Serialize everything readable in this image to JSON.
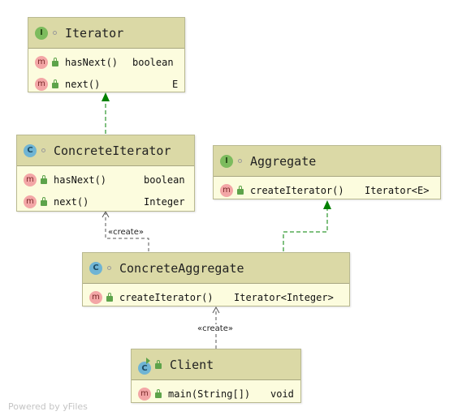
{
  "diagram": {
    "classes": {
      "iterator": {
        "kind": "I",
        "name": "Iterator",
        "members": [
          {
            "kind": "m",
            "name": "hasNext()",
            "type": "boolean"
          },
          {
            "kind": "m",
            "name": "next()",
            "type": "E"
          }
        ]
      },
      "concrete_iterator": {
        "kind": "C",
        "name": "ConcreteIterator",
        "members": [
          {
            "kind": "m",
            "name": "hasNext()",
            "type": "boolean"
          },
          {
            "kind": "m",
            "name": "next()",
            "type": "Integer"
          }
        ]
      },
      "aggregate": {
        "kind": "I",
        "name": "Aggregate",
        "members": [
          {
            "kind": "m",
            "name": "createIterator()",
            "type": "Iterator<E>"
          }
        ]
      },
      "concrete_aggregate": {
        "kind": "C",
        "name": "ConcreteAggregate",
        "members": [
          {
            "kind": "m",
            "name": "createIterator()",
            "type": "Iterator<Integer>"
          }
        ]
      },
      "client": {
        "kind": "C",
        "name": "Client",
        "members": [
          {
            "kind": "m",
            "name": "main(String[])",
            "type": "void"
          }
        ]
      }
    },
    "edges": [
      {
        "from": "ConcreteIterator",
        "to": "Iterator",
        "kind": "realization"
      },
      {
        "from": "ConcreteAggregate",
        "to": "Aggregate",
        "kind": "realization"
      },
      {
        "from": "ConcreteAggregate",
        "to": "ConcreteIterator",
        "kind": "dependency",
        "label": "«create»"
      },
      {
        "from": "Client",
        "to": "ConcreteAggregate",
        "kind": "dependency",
        "label": "«create»"
      }
    ],
    "colors": {
      "header": "#dbd9a6",
      "body": "#fcfcde",
      "realization_arrow": "#008000",
      "dependency_arrow": "#555555",
      "interface_badge": "#7cbb5d",
      "class_badge": "#6fb4d4",
      "method_badge": "#f3a6a6"
    }
  },
  "watermark": "Powered by yFiles"
}
